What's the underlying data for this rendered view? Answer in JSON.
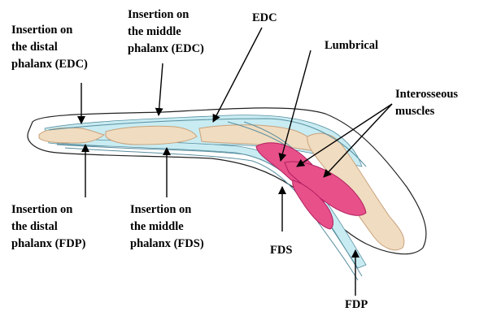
{
  "labels": {
    "ins_distal_edc": [
      "Insertion on",
      "the distal",
      "phalanx (EDC)"
    ],
    "ins_middle_edc": [
      "Insertion on",
      "the middle",
      "phalanx (EDC)"
    ],
    "edc": "EDC",
    "lumbrical": "Lumbrical",
    "interosseous": [
      "Interosseous",
      "muscles"
    ],
    "ins_distal_fdp": [
      "Insertion on",
      "the distal",
      "phalanx (FDP)"
    ],
    "ins_middle_fds": [
      "Insertion on",
      "the middle",
      "phalanx (FDS)"
    ],
    "fds": "FDS",
    "fdp": "FDP"
  },
  "colors": {
    "bone": "#f0dcc0",
    "bone_edge": "#c9a27c",
    "tendon_sheath": "#c8ecf2",
    "tendon_line": "#5a8fa0",
    "muscle": "#e8508a",
    "muscle_dark": "#b02060",
    "outline": "#222222"
  }
}
